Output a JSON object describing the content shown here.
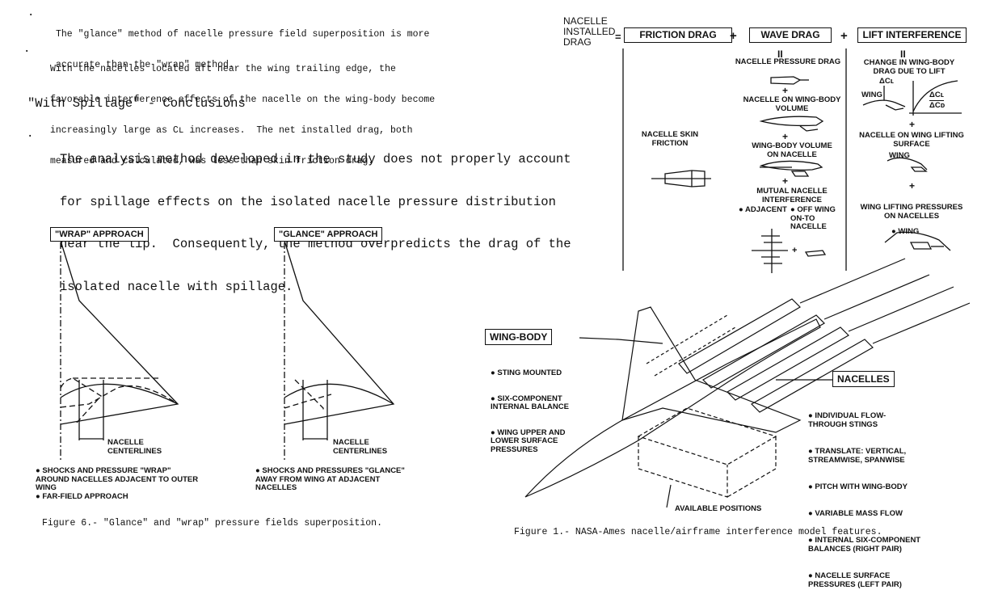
{
  "conclusions": {
    "bullet1": [
      "The \"glance\" method of nacelle pressure field superposition is more",
      "accurate than the \"wrap\" method."
    ],
    "bullet2": [
      "With the nacelles located aft near the wing trailing edge, the",
      "favorable interference effects of the nacelle on the wing-body become",
      "increasingly large as Cʟ increases.  The net installed drag, both",
      "measured and calculated, was less than skin friction drag."
    ],
    "spillage_heading": "\"With Spillage\" - Conclusions",
    "bullet3": [
      "The analysis method developed in the study does not properly account",
      "for spillage effects on the isolated nacelle pressure distribution",
      "near the lip.  Consequently, the method overpredicts the drag of the",
      "isolated nacelle with spillage."
    ]
  },
  "figure6": {
    "wrap_title": "\"WRAP\" APPROACH",
    "glance_title": "\"GLANCE\" APPROACH",
    "centerlines": "NACELLE\nCENTERLINES",
    "wrap_notes": [
      "SHOCKS AND PRESSURE \"WRAP\" AROUND NACELLES ADJACENT TO OUTER WING",
      "FAR-FIELD APPROACH"
    ],
    "glance_notes": [
      "SHOCKS AND PRESSURES \"GLANCE\" AWAY FROM WING AT ADJACENT NACELLES"
    ],
    "caption": "Figure 6.- \"Glance\" and \"wrap\" pressure fields superposition."
  },
  "drag_chart": {
    "lhs": "NACELLE\nINSTALLED\nDRAG",
    "equals": "=",
    "plus": "+",
    "terms": [
      "FRICTION DRAG",
      "WAVE DRAG",
      "LIFT INTERFERENCE"
    ],
    "friction": "NACELLE SKIN\nFRICTION",
    "wave_eq": "II",
    "wave": [
      "NACELLE PRESSURE DRAG",
      "NACELLE ON WING-BODY\nVOLUME",
      "WING-BODY VOLUME\nON NACELLE",
      "MUTUAL NACELLE\nINTERFERENCE"
    ],
    "wave_adjacent": "ADJACENT",
    "wave_offwing": "OFF WING\nON-TO\nNACELLE",
    "lift": [
      "CHANGE IN WING-BODY\nDRAG DUE TO LIFT",
      "NACELLE ON WING LIFTING\nSURFACE",
      "WING LIFTING PRESSURES\nON NACELLES"
    ],
    "wing": "WING",
    "delta_cl": "ΔCʟ",
    "ratio_num": "ΔCʟ",
    "ratio_den": "ΔCᴅ"
  },
  "figure1": {
    "wingbody_title": "WING-BODY",
    "wingbody_items": [
      "STING MOUNTED",
      "SIX-COMPONENT\nINTERNAL BALANCE",
      "WING UPPER AND\nLOWER SURFACE\nPRESSURES"
    ],
    "nacelles_title": "NACELLES",
    "nacelles_items": [
      "INDIVIDUAL FLOW-\nTHROUGH STINGS",
      "TRANSLATE: VERTICAL,\nSTREAMWISE, SPANWISE",
      "PITCH WITH WING-BODY",
      "VARIABLE MASS FLOW",
      "INTERNAL SIX-COMPONENT\nBALANCES (RIGHT PAIR)",
      "NACELLE SURFACE\nPRESSURES (LEFT PAIR)"
    ],
    "positions_label": "AVAILABLE POSITIONS",
    "caption": "Figure 1.- NASA-Ames nacelle/airframe interference model features."
  }
}
